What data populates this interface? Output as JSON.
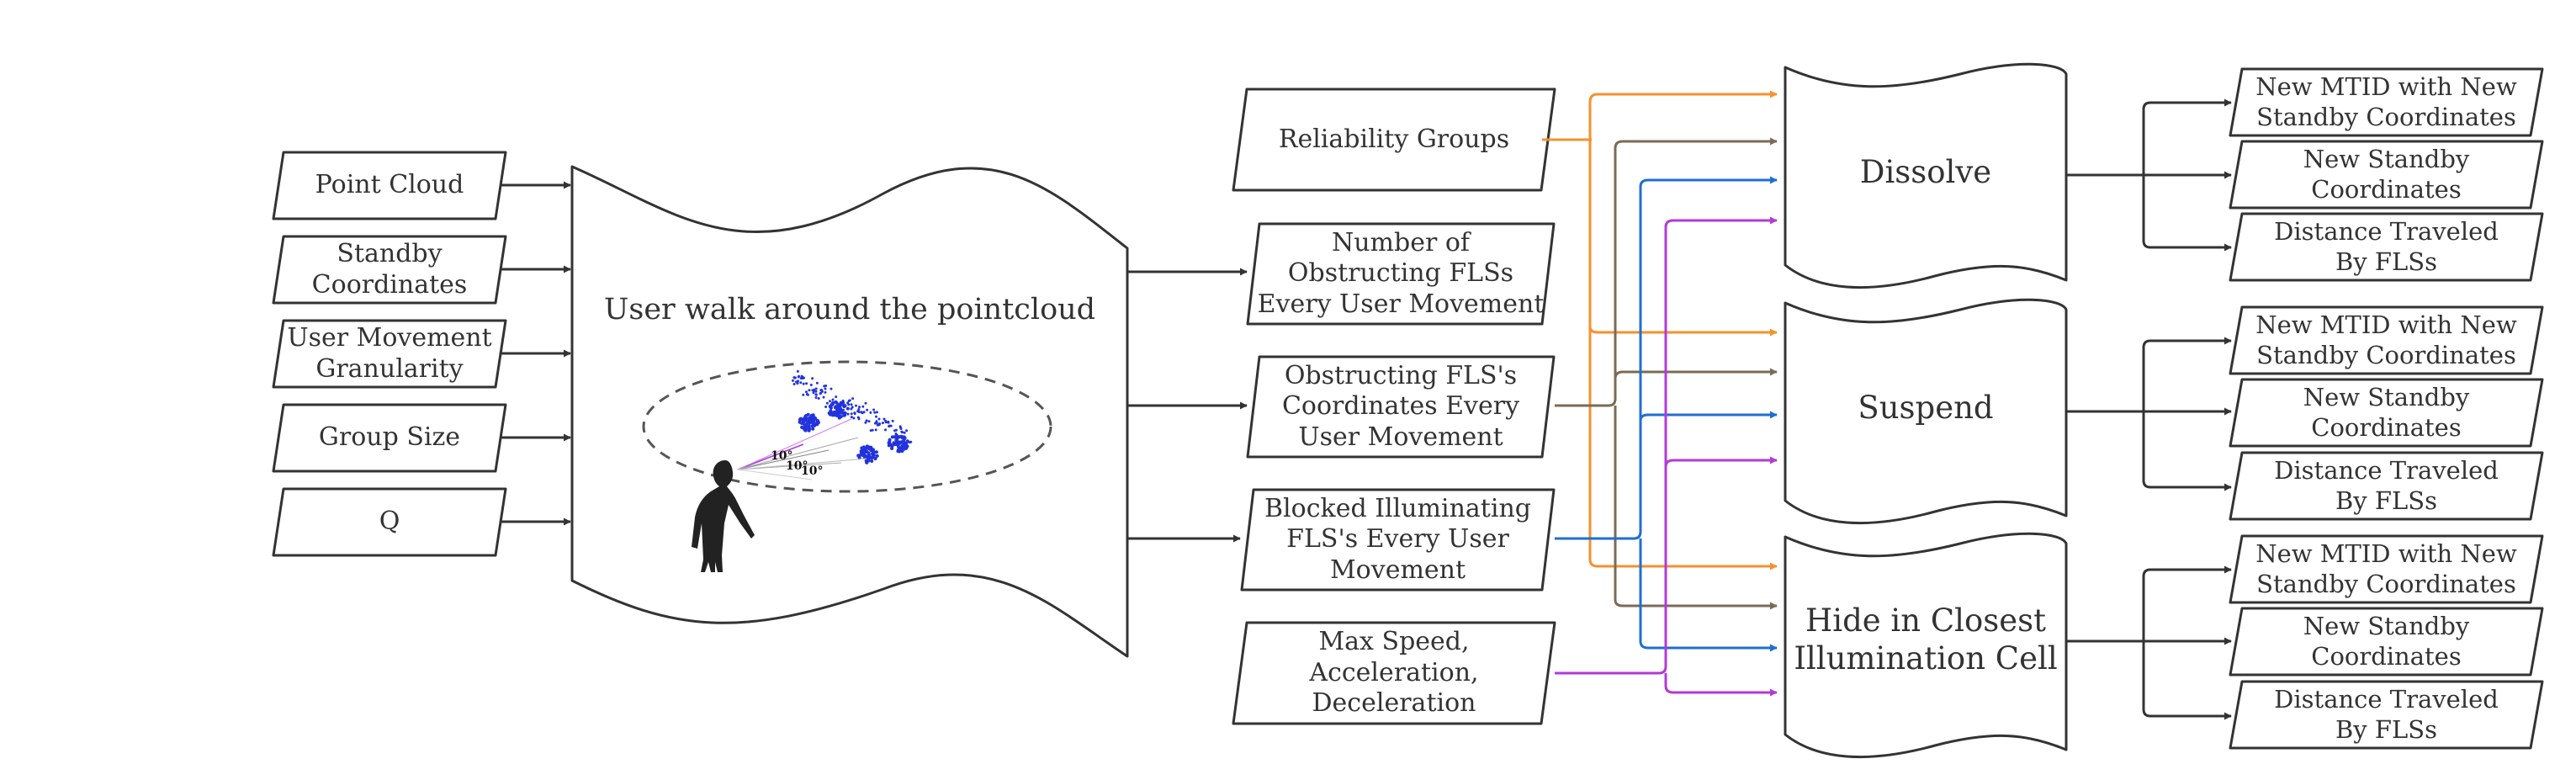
{
  "inputs": [
    "Point Cloud",
    "Standby\nCoordinates",
    "User Movement\nGranularity",
    "Group Size",
    "Q"
  ],
  "process": {
    "label": "User walk around the pointcloud",
    "angle_labels": [
      "10°",
      "10°",
      "10°"
    ]
  },
  "intermediates": [
    "Reliability Groups",
    "Number of\nObstructing FLSs\nEvery User Movement",
    "Obstructing FLS's\nCoordinates Every\nUser Movement",
    "Blocked Illuminating\nFLS's Every User\nMovement",
    "Max Speed,\nAcceleration,\nDeceleration"
  ],
  "actions": [
    "Dissolve",
    "Suspend",
    "Hide in Closest\nIllumination Cell"
  ],
  "outputs": {
    "dissolve": [
      "New MTID with New\nStandby Coordinates",
      "New Standby\nCoordinates",
      "Distance Traveled\nBy FLSs"
    ],
    "suspend": [
      "New MTID with New\nStandby Coordinates",
      "New Standby\nCoordinates",
      "Distance Traveled\nBy FLSs"
    ],
    "hide": [
      "New MTID with New\nStandby Coordinates",
      "New Standby\nCoordinates",
      "Distance Traveled\nBy FLSs"
    ]
  },
  "colors": {
    "stroke": "#333333",
    "orange": "#F5912F",
    "brown": "#7B6B55",
    "blue": "#1F6FD1",
    "purple": "#B13AD9",
    "points": "#2233DD"
  }
}
